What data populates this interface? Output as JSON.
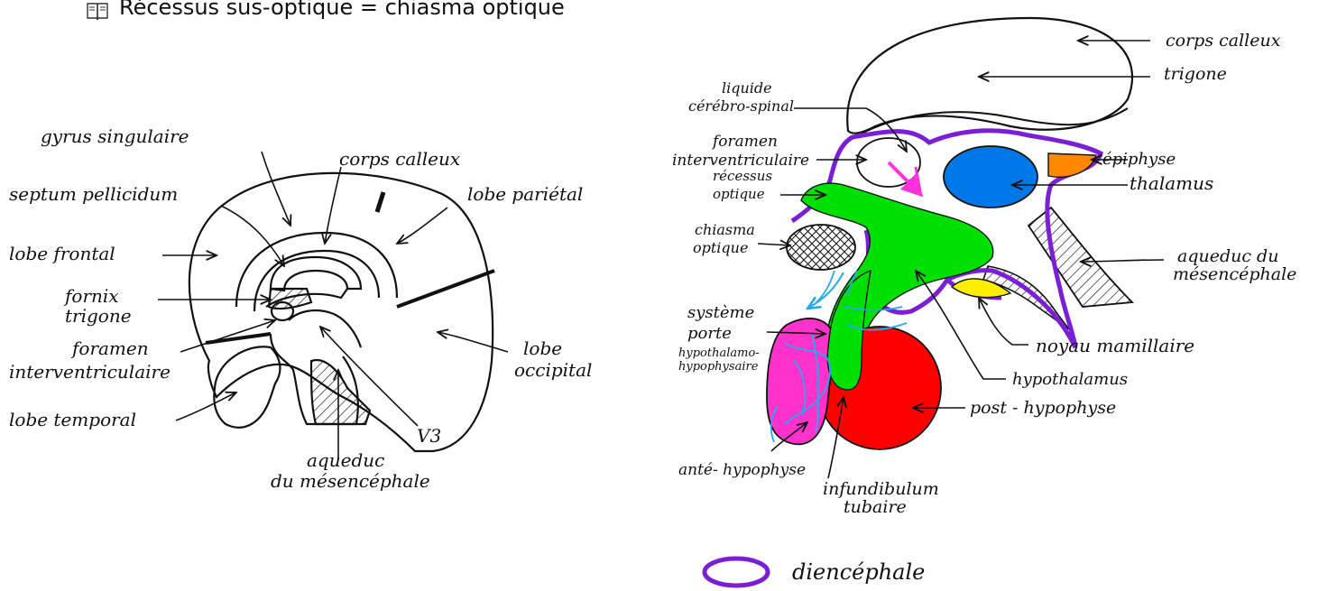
{
  "title": "Récessus sus-optique = chiasma optique",
  "left_diagram": {
    "labels": {
      "gyrus": "gyrus singulaire",
      "corps_calleux": "corps calleux",
      "septum": "septum pellicidum",
      "lobe_parietal": "lobe pariétal",
      "lobe_frontal": "lobe frontal",
      "fornix_1": "fornix",
      "fornix_2": "trigone",
      "foramen_1": "foramen",
      "foramen_2": "interventriculaire",
      "lobe_occipital_1": "lobe",
      "lobe_occipital_2": "occipital",
      "lobe_temporal": "lobe temporal",
      "v3": "V3",
      "aqueduc_1": "aqueduc",
      "aqueduc_2": "du mésencéphale"
    }
  },
  "right_diagram": {
    "colors": {
      "diencephale": "#7a1fd6",
      "troisieme_ventricule": "#00e000",
      "thalamus": "#0077e6",
      "epiphyse": "#ff8800",
      "noyau_mamillaire": "#ffee00",
      "post_hypophyse": "#ff0000",
      "ante_hypophyse": "#ff33cc",
      "systeme_porte": "#22aaee",
      "fleche_lcs": "#ff33dd"
    },
    "labels": {
      "corps_calleux": "corps calleux",
      "trigone": "trigone",
      "lcs_1": "liquide",
      "lcs_2": "cérébro-spinal",
      "foramen_1": "foramen",
      "foramen_2": "interventriculaire",
      "epiphyse": "épiphyse",
      "recessus_1": "récessus",
      "recessus_2": "optique",
      "thalamus": "thalamus",
      "chiasma_1": "chiasma",
      "chiasma_2": "optique",
      "aqueduc_1": "aqueduc du",
      "aqueduc_2": "mésencéphale",
      "systeme_1": "système",
      "systeme_2": "porte",
      "systeme_3": "hypothalamo-",
      "systeme_4": "hypophysaire",
      "noyau_mamillaire": "noyau mamillaire",
      "hypothalamus": "hypothalamus",
      "post_hypophyse": "post - hypophyse",
      "ante_hypophyse": "anté- hypophyse",
      "infundibulum_1": "infundibulum",
      "infundibulum_2": "tubaire"
    },
    "legend": {
      "label": "diencéphale"
    }
  }
}
